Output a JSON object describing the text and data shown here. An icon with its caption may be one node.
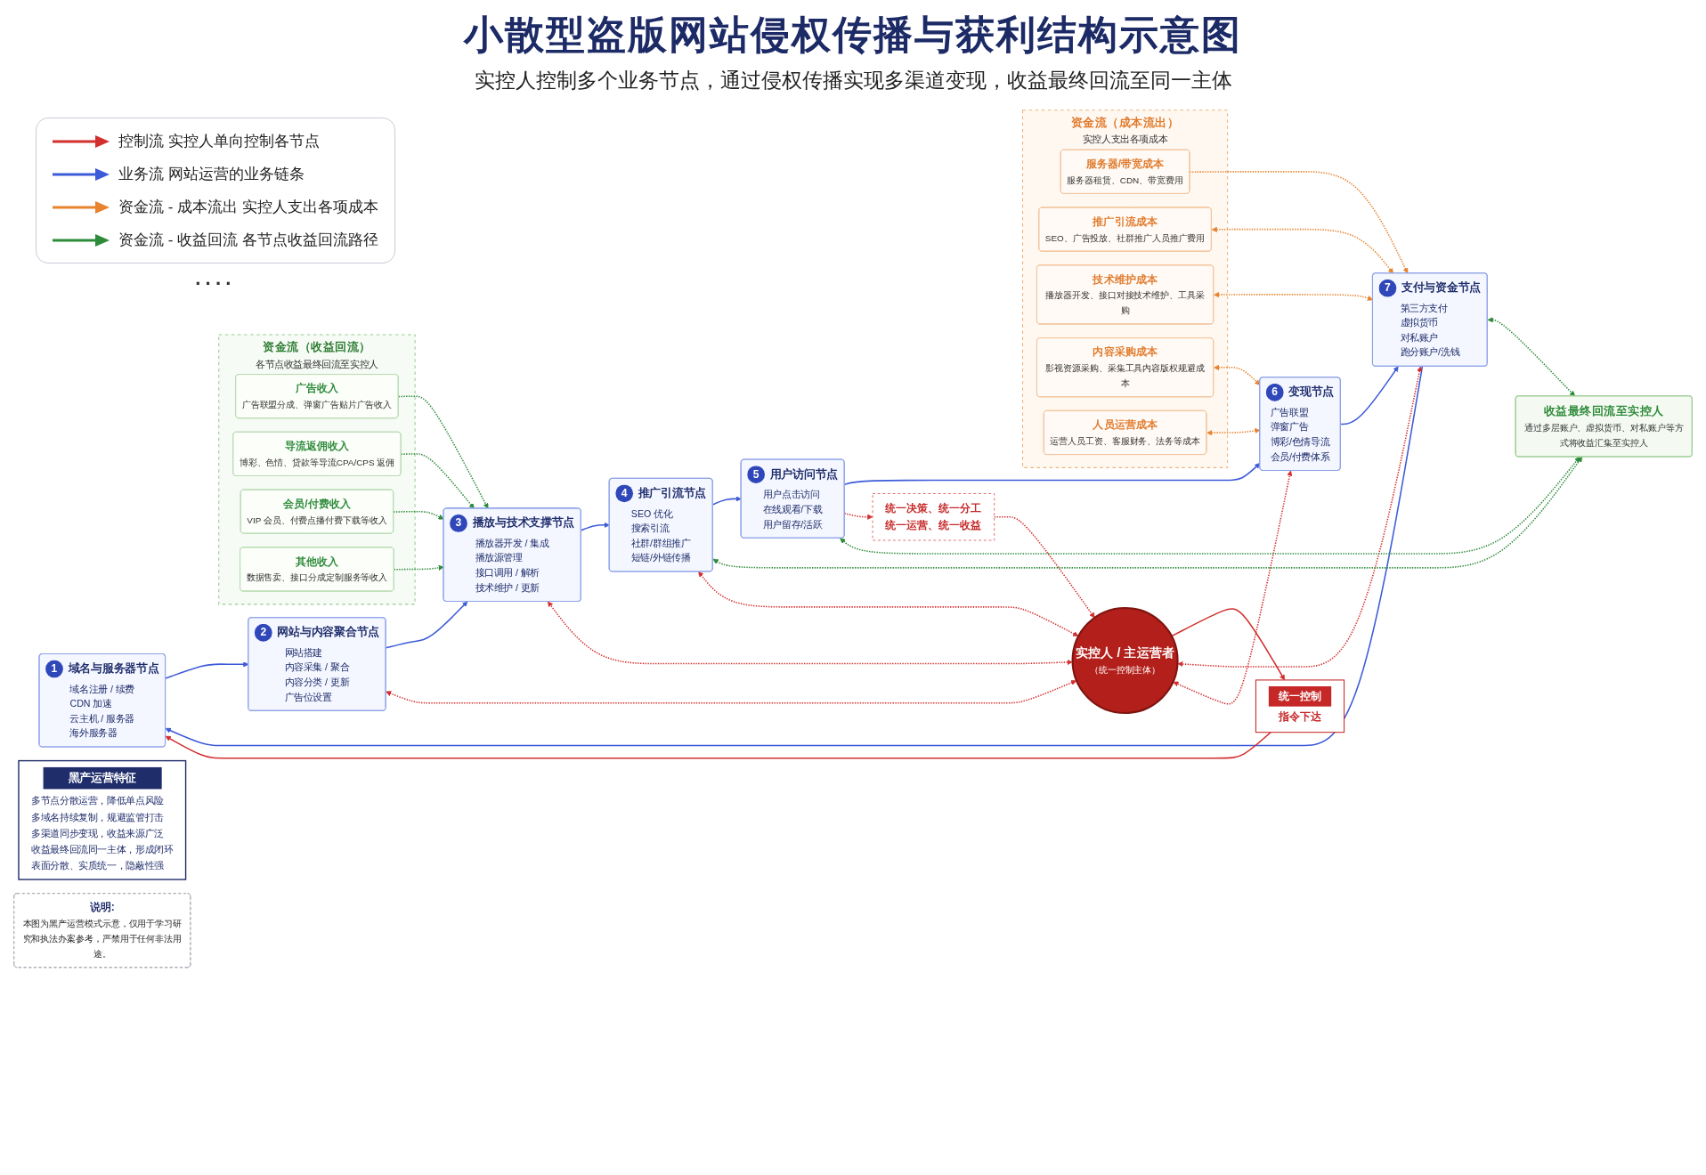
{
  "diagram": {
    "title": "小散型盗版网站侵权传播与获利结构示意图",
    "nodes": [
      {
        "text": [
          "1",
          "域名与服务器节点",
          "域名注册 / 续费",
          "CDN 加速",
          "云主机 / 服务器",
          "海外服务器"
        ]
      },
      {
        "text": [
          "2",
          "网站与内容聚合节点",
          "网站搭建",
          "内容采集 / 聚合",
          "内容分类 / 更新",
          "广告位设置"
        ]
      },
      {
        "text": [
          "3",
          "播放与技术支撑节点",
          "播放器开发 / 集成",
          "播放源管理",
          "接口调用 / 解析",
          "技术维护 / 更新"
        ]
      },
      {
        "text": [
          "4",
          "推广引流节点",
          "SEO 优化",
          "搜索引流",
          "社群/群组推广",
          "短链/外链传播"
        ]
      },
      {
        "text": [
          "5",
          "用户访问节点",
          "用户点击访问",
          "在线观看/下载",
          "用户留存/活跃"
        ]
      },
      {
        "text": [
          "6",
          "变现节点",
          "广告联盟",
          "弹窗广告",
          "博彩/色情导流",
          "会员/付费体系"
        ]
      },
      {
        "text": [
          "7",
          "支付与资金节点",
          "第三方支付",
          "虚拟货币",
          "对私账户",
          "跑分账户/洗钱"
        ]
      },
      {
        "text": [
          "实控人 / 主运营者",
          "（统一控制主体）"
        ]
      },
      {
        "text": [
          "统一控制",
          "指令下达"
        ]
      },
      {
        "text": [
          "统一决策、统一分工",
          "统一运营、统一收益"
        ]
      },
      {
        "text": [
          "资金流（成本流出）",
          "实控人支出各项成本"
        ]
      },
      {
        "text": [
          "服务器/带宽成本",
          "服务器租赁、CDN、带宽费用"
        ],
        "in": 10
      },
      {
        "text": [
          "推广引流成本",
          "SEO、广告投放、社群推广人员推广费用"
        ],
        "in": 10
      },
      {
        "text": [
          "技术维护成本",
          "播放器开发、接口对接技术维护、工具采购"
        ],
        "in": 10
      },
      {
        "text": [
          "内容采购成本",
          "影视资源采购、采集工具内容版权规避成本"
        ],
        "in": 10
      },
      {
        "text": [
          "人员运营成本",
          "运营人员工资、客服财务、法务等成本"
        ],
        "in": 10
      },
      {
        "text": [
          "资金流（收益回流）",
          "各节点收益最终回流至实控人"
        ]
      },
      {
        "text": [
          "广告收入",
          "广告联盟分成、弹窗广告贴片广告收入"
        ],
        "in": 16
      },
      {
        "text": [
          "导流返佣收入",
          "博彩、色情、贷款等导流CPA/CPS 返佣"
        ],
        "in": 16
      },
      {
        "text": [
          "会员/付费收入",
          "VIP 会员、付费点播付费下载等收入"
        ],
        "in": 16
      },
      {
        "text": [
          "其他收入",
          "数据售卖、接口分成定制服务等收入"
        ],
        "in": 16
      },
      {
        "text": [
          "收益最终回流至实控人",
          "通过多层账户、虚拟货币、对私账户等方式将收益汇集至实控人"
        ]
      },
      {
        "text": [
          "黑产运营特征",
          "多节点分散运营，降低单点风险",
          "多域名持续复制，规避监管打击",
          "多渠道同步变现，收益来源广泛",
          "收益最终回流同一主体，形成闭环",
          "表面分散、实质统一，隐蔽性强"
        ]
      },
      {
        "text": [
          "说明:",
          "本图为黑产运营模式示意，仅用于学习研究和执法办案参考，严禁用于任何非法用途。"
        ]
      }
    ],
    "edges": [
      {
        "from": 6,
        "to": 0,
        "arrow": "to",
        "color": "#3d5bd9"
      },
      {
        "from": 0,
        "to": 1,
        "arrow": "to",
        "color": "#3d5bd9"
      },
      {
        "from": 1,
        "to": 2,
        "arrow": "to",
        "color": "#3d5bd9"
      },
      {
        "from": 2,
        "to": 3,
        "arrow": "to",
        "color": "#3d5bd9"
      },
      {
        "from": 3,
        "to": 4,
        "arrow": "to",
        "color": "#3d5bd9"
      },
      {
        "from": 4,
        "to": 5,
        "arrow": "to",
        "color": "#3d5bd9"
      },
      {
        "from": 5,
        "to": 6,
        "arrow": "to",
        "color": "#3d5bd9"
      },
      {
        "from": 7,
        "to": 8,
        "arrow": "to"
      },
      {
        "from": 8,
        "to": 0,
        "arrow": "to"
      },
      {
        "from": 4,
        "to": 9,
        "arrow": "to",
        "style": "dashed"
      },
      {
        "from": 9,
        "to": 7,
        "arrow": "to",
        "style": "dashed"
      },
      {
        "from": 7,
        "to": 6,
        "arrow": "both",
        "style": "dashed"
      },
      {
        "from": 7,
        "to": 1,
        "arrow": "both",
        "style": "dashed"
      },
      {
        "from": 7,
        "to": 2,
        "arrow": "both",
        "style": "dashed"
      },
      {
        "from": 7,
        "to": 3,
        "arrow": "both",
        "style": "dashed"
      },
      {
        "from": 7,
        "to": 5,
        "arrow": "both",
        "style": "dashed"
      },
      {
        "from": 11,
        "to": 6,
        "arrow": "to",
        "style": "dashed",
        "color": "#e8832f"
      },
      {
        "from": 12,
        "to": 6,
        "arrow": "both",
        "style": "dashed",
        "color": "#e8832f"
      },
      {
        "from": 13,
        "to": 6,
        "arrow": "both",
        "style": "dashed",
        "color": "#e8832f"
      },
      {
        "from": 14,
        "to": 5,
        "arrow": "both",
        "style": "dashed",
        "color": "#e8832f"
      },
      {
        "from": 15,
        "to": 5,
        "arrow": "both",
        "style": "dashed",
        "color": "#e8832f"
      },
      {
        "from": 17,
        "to": 2,
        "arrow": "to",
        "style": "dashed",
        "color": "#2e8b3a"
      },
      {
        "from": 18,
        "to": 2,
        "arrow": "to",
        "style": "dashed",
        "color": "#2e8b3a"
      },
      {
        "from": 19,
        "to": 2,
        "arrow": "to",
        "style": "dashed",
        "color": "#2e8b3a"
      },
      {
        "from": 20,
        "to": 2,
        "arrow": "to",
        "style": "dashed",
        "color": "#2e8b3a"
      },
      {
        "from": 6,
        "to": 21,
        "arrow": "both",
        "style": "dashed",
        "color": "#2e8b3a"
      },
      {
        "from": 4,
        "to": 21,
        "arrow": "both",
        "style": "dashed",
        "color": "#2e8b3a"
      },
      {
        "from": 3,
        "to": 21,
        "arrow": "both",
        "style": "dashed",
        "color": "#2e8b3a"
      }
    ],
    "labels": [
      "实控人控制多个业务节点，通过侵权传播实现多渠道变现，收益最终回流至同一主体",
      "····"
    ],
    "legend": [
      {
        "text": "控制流 实控人单向控制各节点"
      },
      {
        "text": "业务流 网站运营的业务链条"
      },
      {
        "text": "资金流 - 成本流出 实控人支出各项成本"
      },
      {
        "text": "资金流 - 收益回流 各节点收益回流路径"
      }
    ]
  }
}
